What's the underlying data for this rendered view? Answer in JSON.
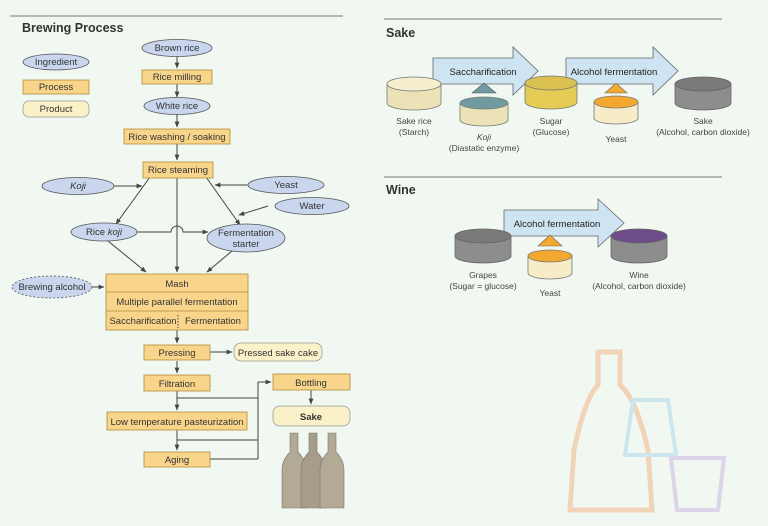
{
  "brewing": {
    "title": "Brewing Process",
    "legend": {
      "ingredient": "Ingredient",
      "process": "Process",
      "product": "Product"
    },
    "brown_rice": "Brown rice",
    "rice_milling": "Rice milling",
    "white_rice": "White rice",
    "rice_washing": "Rice washing / soaking",
    "rice_steaming": "Rice steaming",
    "koji": "Koji",
    "yeast": "Yeast",
    "water": "Water",
    "rice_koji_pre": "Rice ",
    "rice_koji_em": "koji",
    "fermentation_starter_1": "Fermentation",
    "fermentation_starter_2": "starter",
    "brewing_alcohol": "Brewing alcohol",
    "mash": "Mash",
    "multiple_parallel": "Multiple parallel fermentation",
    "saccharification": "Saccharification",
    "fermentation": "Fermentation",
    "pressing": "Pressing",
    "pressed_cake": "Pressed sake cake",
    "filtration": "Filtration",
    "bottling": "Bottling",
    "pasteurization": "Low temperature pasteurization",
    "sake_product": "Sake",
    "aging": "Aging"
  },
  "sake": {
    "title": "Sake",
    "saccharification_arrow": "Saccharification",
    "alcohol_arrow": "Alcohol fermentation",
    "sake_rice_1": "Sake rice",
    "sake_rice_2": "(Starch)",
    "koji_1": "Koji",
    "koji_2": "(Diastatic enzyme)",
    "sugar_1": "Sugar",
    "sugar_2": "(Glucose)",
    "yeast": "Yeast",
    "sake_1": "Sake",
    "sake_2": "(Alcohol, carbon dioxide)"
  },
  "wine": {
    "title": "Wine",
    "alcohol_arrow": "Alcohol fermentation",
    "grapes_1": "Grapes",
    "grapes_2": "(Sugar = glucose)",
    "yeast": "Yeast",
    "wine_1": "Wine",
    "wine_2": "(Alcohol, carbon dioxide)"
  },
  "colors": {
    "ingredient": "#c9d6ee",
    "process": "#f8d58b",
    "product": "#fbf1c8",
    "bottle": "#b3aa95",
    "cyl_beige": "#ece2b8",
    "cyl_teal": "#6f9aa0",
    "cyl_yellow": "#e5cc55",
    "cyl_orange": "#f3a830",
    "cyl_gray": "#8d8d8d",
    "cyl_purple": "#6e4c8a",
    "arrow_fill": "#cfe4f2"
  }
}
